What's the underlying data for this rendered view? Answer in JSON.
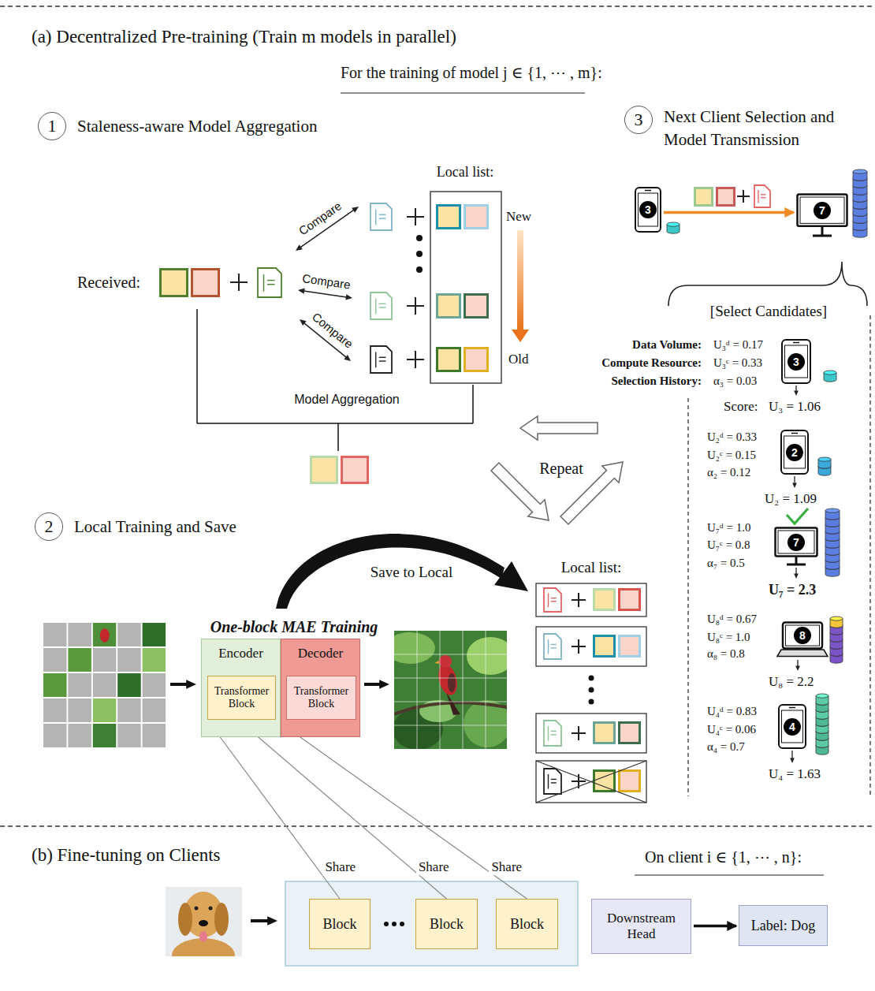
{
  "diagram": {
    "nodes": [
      {
        "text": [
          "1",
          "Staleness-aware Model Aggregation"
        ]
      },
      {
        "text": [
          "3",
          "Next Client Selection and Model Transmission"
        ]
      },
      {
        "text": [
          "3"
        ]
      },
      {
        "text": [
          "7"
        ]
      },
      {
        "text": [
          "3"
        ]
      },
      {
        "text": [
          "2"
        ]
      },
      {
        "text": [
          "7"
        ]
      },
      {
        "text": [
          "8"
        ]
      },
      {
        "text": [
          "4"
        ]
      },
      {
        "text": [
          "2",
          "Local Training and Save"
        ]
      },
      {
        "text": [
          "Encoder"
        ]
      },
      {
        "text": [
          "Transformer Block"
        ],
        "in": 10
      },
      {
        "text": [
          "Decoder"
        ]
      },
      {
        "text": [
          "Transformer Block"
        ],
        "in": 12
      },
      {
        "text": [
          "Block"
        ]
      },
      {
        "text": [
          "Block"
        ]
      },
      {
        "text": [
          "Block"
        ]
      },
      {
        "text": [
          "Downstream Head"
        ]
      },
      {
        "text": [
          "Label: Dog"
        ]
      }
    ],
    "edges": [
      {
        "from": 2,
        "to": 3,
        "arrow": "to"
      },
      {
        "from": 11,
        "to": 14,
        "label": "Share",
        "arrow": "none"
      },
      {
        "from": 11,
        "to": 15,
        "label": "Share",
        "arrow": "none"
      },
      {
        "from": 11,
        "to": 16,
        "label": "Share",
        "arrow": "none"
      },
      {
        "from": 17,
        "to": 18,
        "arrow": "to"
      }
    ],
    "labels": [
      "(a) Decentralized Pre-training (Train m models in parallel)",
      "For the training of model j ∈ {1, ⋯ , m}:",
      "Local list:",
      "New",
      "Old",
      "Compare",
      "Compare",
      "Compare",
      "Received:",
      "Model Aggregation",
      "[Select Candidates]",
      "Data Volume:",
      "U₃ᵈ = 0.17",
      "Compute Resource:",
      "U₃ᶜ = 0.33",
      "Selection History:",
      "α₃ = 0.03",
      "Score:",
      "U₃ = 1.06",
      "U₂ᵈ = 0.33",
      "U₂ᶜ = 0.15",
      "α₂ = 0.12",
      "U₂ = 1.09",
      "U₇ᵈ = 1.0",
      "U₇ᶜ = 0.8",
      "α₇ = 0.5",
      "U₇ = 2.3",
      "U₈ᵈ = 0.67",
      "U₈ᶜ = 1.0",
      "α₈ = 0.8",
      "U₈ = 2.2",
      "U₄ᵈ = 0.83",
      "U₄ᶜ = 0.06",
      "α₄ = 0.7",
      "U₄ = 1.63",
      "Repeat",
      "Save to Local",
      "One-block MAE Training",
      "Local list:",
      "(b) Fine-tuning on Clients",
      "On client i ∈ {1, ⋯ , n}:"
    ]
  }
}
